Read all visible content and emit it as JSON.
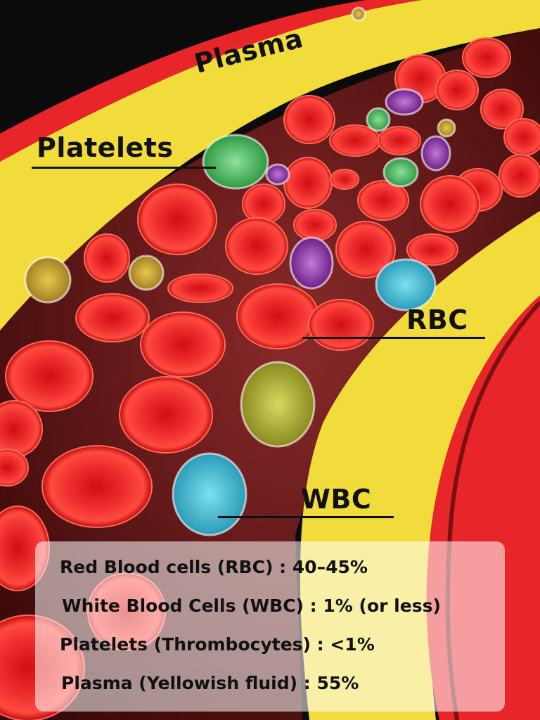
{
  "labels": {
    "plasma": "Plasma",
    "platelets": "Platelets",
    "rbc": "RBC",
    "wbc": "WBC"
  },
  "composition": [
    {
      "text": "Red Blood cells (RBC) : 40–45%"
    },
    {
      "text": "White Blood Cells (WBC) : 1% (or less)"
    },
    {
      "text": "Platelets (Thrombocytes) : <1%"
    },
    {
      "text": "Plasma (Yellowish fluid) : 55%"
    }
  ],
  "colors": {
    "background": "#0b0b0b",
    "vessel_red": "#e8262a",
    "plasma_yellow": "#f2dc3c",
    "lumen": "#5a1212",
    "rbc": "#e81e1e",
    "wbc_blue": "#4fc3d8",
    "wbc_green": "#5fbf6a",
    "wbc_purple": "#9b3fb0",
    "platelet": "#d2b040"
  }
}
